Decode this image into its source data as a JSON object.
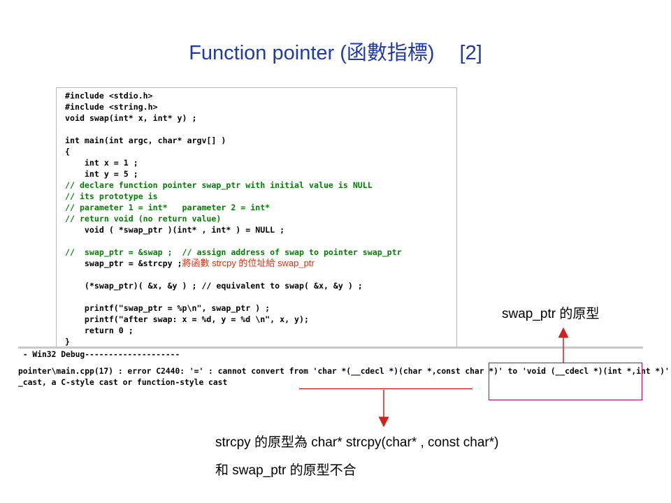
{
  "title": {
    "main": "Function pointer (函數指標)",
    "suffix": "[2]"
  },
  "code": {
    "lines": [
      "#include <stdio.h>",
      "#include <string.h>",
      "void swap(int* x, int* y) ;",
      "",
      "int main(int argc, char* argv[] )",
      "{",
      "    int x = 1 ;",
      "    int y = 5 ;",
      "// declare function pointer swap_ptr with initial value is NULL",
      "// its prototype is",
      "// parameter 1 = int*   parameter 2 = int*",
      "// return void (no return value)",
      "    void ( *swap_ptr )(int* , int* ) = NULL ;",
      "",
      "//  swap_ptr = &swap ;  // assign address of swap to pointer swap_ptr",
      "    swap_ptr = &strcpy ;",
      "",
      "    (*swap_ptr)( &x, &y ) ; // equivalent to swap( &x, &y ) ;",
      "",
      "    printf(\"swap_ptr = %p\\n\", swap_ptr ) ;",
      "    printf(\"after swap: x = %d, y = %d \\n\", x, y);",
      "    return 0 ;",
      "}"
    ],
    "inline_note": "將函數 strcpy 的位址給 swap_ptr"
  },
  "output": {
    "header": " - Win32 Debug--------------------",
    "error_line": "pointer\\main.cpp(17) : error C2440: '=' : cannot convert from 'char *(__cdecl *)(char *,const char *)' to 'void (__cdecl *)(int *,int *)'",
    "error_line2": "_cast, a C-style cast or function-style cast"
  },
  "annotations": {
    "right_label": "swap_ptr 的原型",
    "bottom_line1": "strcpy 的原型為 char* strcpy(char* , const char*)",
    "bottom_line2": "和 swap_ptr 的原型不合"
  },
  "colors": {
    "title": "#1f3ba8",
    "keyword": "#0000cc",
    "comment": "#008000",
    "annotation_red": "#e03010",
    "box_border": "#c00060",
    "arrow": "#d02020"
  }
}
